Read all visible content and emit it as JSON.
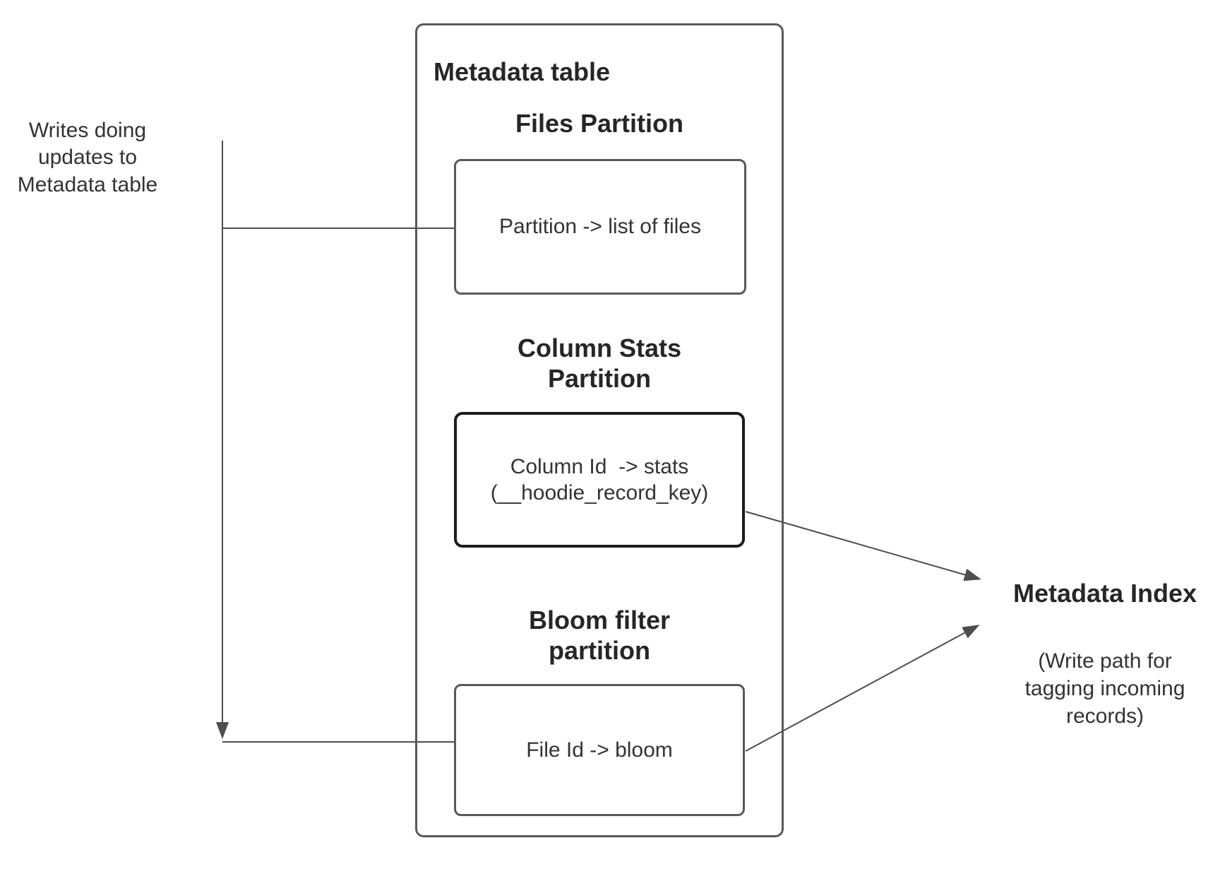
{
  "left_note": {
    "text": "Writes doing\nupdates to\nMetadata table"
  },
  "metadata_table": {
    "title": "Metadata table",
    "files_partition": {
      "heading": "Files Partition",
      "mapping": "Partition -> list of files"
    },
    "column_stats_partition": {
      "heading": "Column Stats\nPartition",
      "mapping": "Column Id  -> stats\n(__hoodie_record_key)"
    },
    "bloom_filter_partition": {
      "heading": "Bloom filter\npartition",
      "mapping": "File Id -> bloom"
    }
  },
  "metadata_index": {
    "title": "Metadata Index",
    "subtitle": "(Write path for\ntagging incoming\nrecords)"
  },
  "colors": {
    "background": "#ffffff",
    "box_border_gray": "#595959",
    "box_border_dark": "#1c1c1c",
    "text_dark": "#262626",
    "text_body": "#333333",
    "connector_line": "#4d4d4d"
  }
}
